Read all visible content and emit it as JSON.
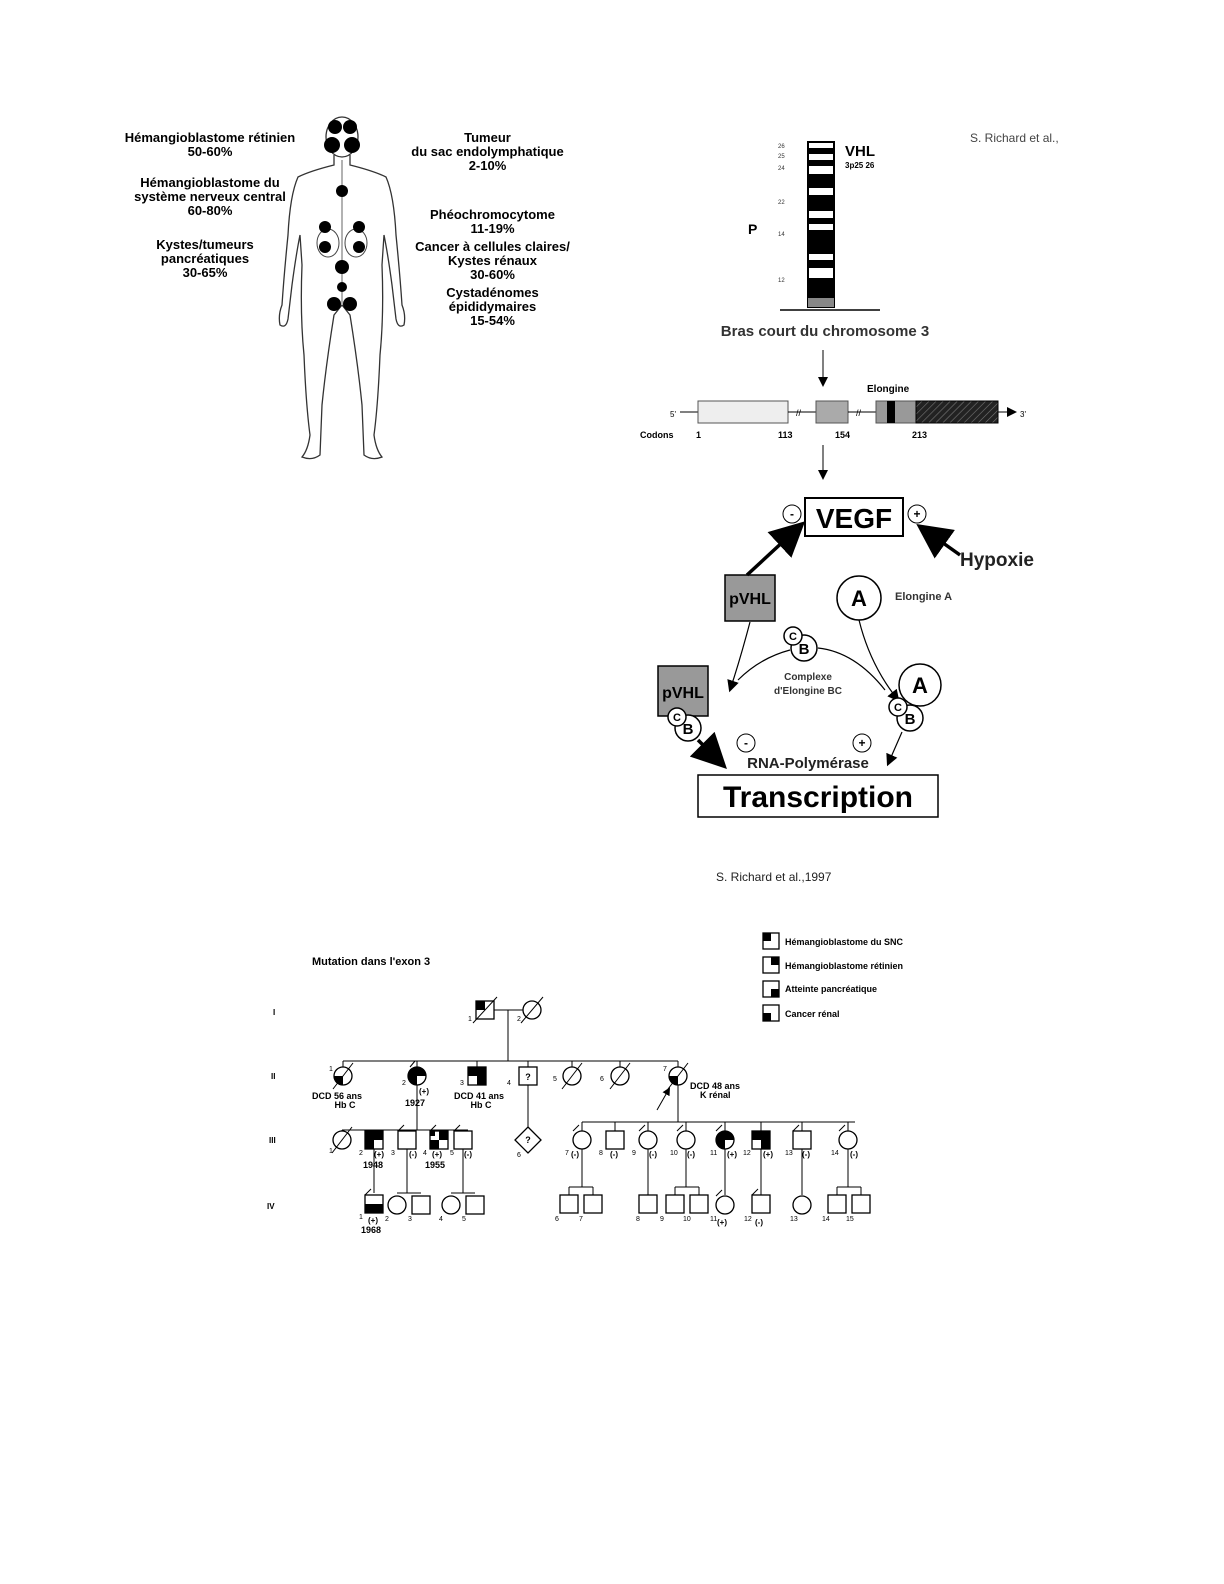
{
  "body_figure": {
    "left_labels": [
      {
        "lines": [
          "Hémangioblastome rétinien",
          "50-60%"
        ]
      },
      {
        "lines": [
          "Hémangioblastome du",
          "système nerveux central",
          "60-80%"
        ]
      },
      {
        "lines": [
          "Kystes/tumeurs",
          "pancréatiques",
          "30-65%"
        ]
      }
    ],
    "right_labels": [
      {
        "lines": [
          "Tumeur",
          "du sac endolymphatique",
          "2-10%"
        ]
      },
      {
        "lines": [
          "Phéochromocytome",
          "11-19%"
        ]
      },
      {
        "lines": [
          "Cancer à cellules claires/",
          "Kystes rénaux",
          "30-60%"
        ]
      },
      {
        "lines": [
          "Cystadénomes",
          "épididymaires",
          "15-54%"
        ]
      }
    ]
  },
  "vhl_figure": {
    "credit_top": "S. Richard et al.,",
    "gene_label": "VHL",
    "locus": "3p25 26",
    "arm_label": "P",
    "chromosome_caption": "Bras court du chromosome 3",
    "elongine_label": "Elongine",
    "five_prime": "5'",
    "three_prime": "3'",
    "codons_label": "Codons",
    "codon_numbers": [
      "1",
      "113",
      "154",
      "213"
    ],
    "vegf": "VEGF",
    "hypoxie": "Hypoxie",
    "pvhl": "pVHL",
    "a_label": "A",
    "elongine_a": "Elongine A",
    "b_label": "B",
    "c_label": "C",
    "complex_label_1": "Complexe",
    "complex_label_2": "d'Elongine BC",
    "minus": "-",
    "plus": "+",
    "rna_pol": "RNA-Polymérase",
    "transcription": "Transcription",
    "credit_bottom": "S. Richard et al.,1997"
  },
  "pedigree": {
    "title": "Mutation dans l'exon 3",
    "generations": [
      "I",
      "II",
      "III",
      "IV"
    ],
    "legend": [
      {
        "label": "Hémangioblastome du SNC"
      },
      {
        "label": "Hémangioblastome rétinien"
      },
      {
        "label": "Atteinte pancréatique"
      },
      {
        "label": "Cancer rénal"
      }
    ],
    "notes": {
      "ii1": [
        "DCD 56 ans",
        "Hb C"
      ],
      "ii2_status": "(+)",
      "ii2_year": "1927",
      "ii3": [
        "DCD 41 ans",
        "Hb C"
      ],
      "ii7": [
        "DCD 48 ans",
        "K rénal"
      ],
      "iii2_year": "1948",
      "iii4_year": "1955",
      "iv1_year": "1968",
      "unknown": "?"
    },
    "numbers": [
      "1",
      "2",
      "3",
      "4",
      "5",
      "6",
      "7",
      "8",
      "9",
      "10",
      "11",
      "12",
      "13",
      "14",
      "15"
    ],
    "statuses": [
      "(+)",
      "(-)"
    ]
  }
}
